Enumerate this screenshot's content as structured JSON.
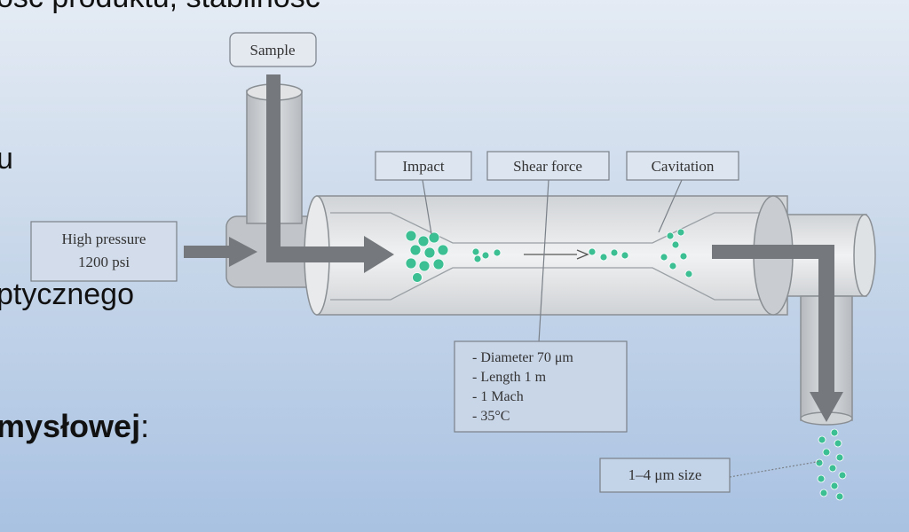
{
  "slide_text": {
    "line1": "ość produktu, stabilność",
    "line2": "u",
    "line3": "ptycznego",
    "line4_bold": "mysłowej",
    "line4_tail": ":"
  },
  "diagram": {
    "sample_label": "Sample",
    "pressure_label_line1": "High pressure",
    "pressure_label_line2": "1200 psi",
    "impact_label": "Impact",
    "shear_label": "Shear force",
    "cavitation_label": "Cavitation",
    "specs": [
      "- Diameter 70 μm",
      "- Length 1 m",
      "- 1 Mach",
      "- 35°C"
    ],
    "size_label": "1–4 μm size",
    "colors": {
      "pipe_fill": "#e6e9ec",
      "pipe_stroke": "#8a8f94",
      "arrow": "#707478",
      "particle": "#3bbf93"
    }
  }
}
